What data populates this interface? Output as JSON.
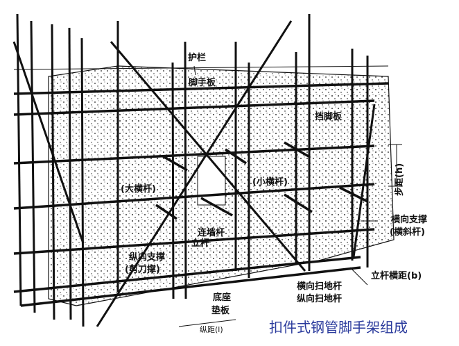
{
  "title": "扣件式钢管脚手架组成",
  "labels": {
    "guardrail": "护栏",
    "scaffold_board": "脚手板",
    "toe_board": "挡脚板",
    "step_distance": "步距(h)",
    "large_crossbar": "(大横杆)",
    "small_crossbar": "(小横杆)",
    "wall_tie": "连墙杆",
    "upright": "立杆",
    "longitudinal_brace": "纵向支撑",
    "scissor_brace": "(剪刀撑)",
    "base": "底座",
    "pad": "垫板",
    "transverse_sweep": "横向扫地杆",
    "longitudinal_sweep": "纵向扫地杆",
    "transverse_spacing": "立杆横距(b)",
    "transverse_brace": "横向支撑",
    "diagonal_bar": "(横斜杆)",
    "longitudinal_spacing": "纵距(l)"
  }
}
